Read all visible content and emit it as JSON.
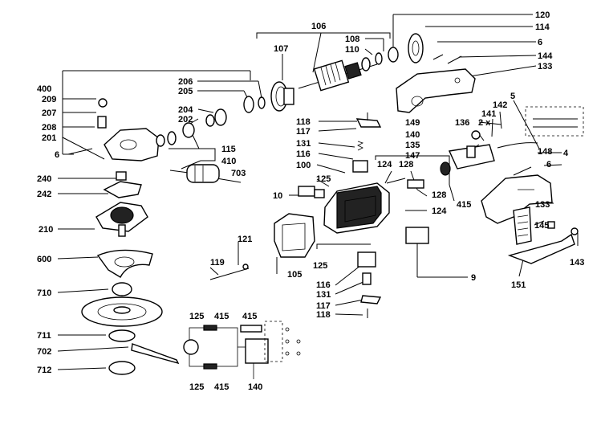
{
  "labels": {
    "l106": "106",
    "l107": "107",
    "l108": "108",
    "l110": "110",
    "l120": "120",
    "l114": "114",
    "l6a": "6",
    "l144": "144",
    "l133a": "133",
    "l400": "400",
    "l209": "209",
    "l207": "207",
    "l208": "208",
    "l201": "201",
    "l6b": "6",
    "l206": "206",
    "l205": "205",
    "l204": "204",
    "l202": "202",
    "l115": "115",
    "l410": "410",
    "l703": "703",
    "l240": "240",
    "l242": "242",
    "l210": "210",
    "l600": "600",
    "l710": "710",
    "l711": "711",
    "l702": "702",
    "l712": "712",
    "l118a": "118",
    "l117a": "117",
    "l131a": "131",
    "l116a": "116",
    "l100": "100",
    "l10": "10",
    "l125a": "125",
    "l124a": "124",
    "l128a": "128",
    "l128b": "128",
    "l124b": "124",
    "l415a": "415",
    "l121": "121",
    "l119": "119",
    "l105": "105",
    "l125b": "125",
    "l116b": "116",
    "l131b": "131",
    "l117b": "117",
    "l118b": "118",
    "l9": "9",
    "l149": "149",
    "l136": "136",
    "l2x": "2 x",
    "l141": "141",
    "l142": "142",
    "l5": "5",
    "l140a": "140",
    "l135": "135",
    "l147": "147",
    "l148": "148",
    "l4": "4",
    "l6c": "6",
    "l133b": "133",
    "l145": "145",
    "l143": "143",
    "l151": "151",
    "l125c": "125",
    "l415b": "415",
    "l415c": "415",
    "l125d": "125",
    "l415d": "415",
    "l140b": "140"
  }
}
